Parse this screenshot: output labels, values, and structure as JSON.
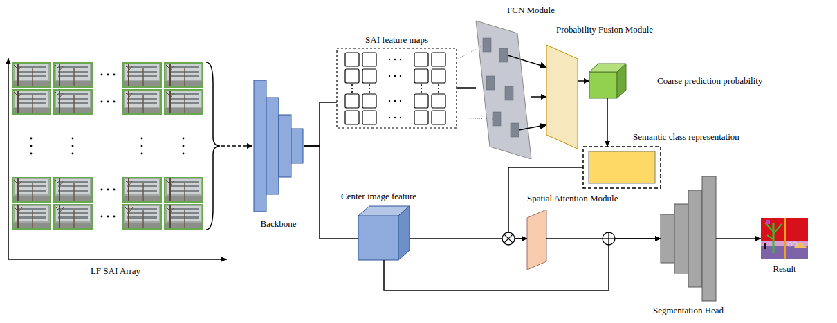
{
  "diagram": {
    "nodes": [
      {
        "text": [
          "LF SAI Array"
        ]
      },
      {
        "text": [
          "Backbone"
        ]
      },
      {
        "text": [
          "SAI feature maps"
        ]
      },
      {
        "text": [
          "FCN Module"
        ]
      },
      {
        "text": [
          "Probability Fusion Module"
        ]
      },
      {
        "text": [
          "Coarse prediction probability"
        ]
      },
      {
        "text": [
          "Semantic class representation"
        ]
      },
      {
        "text": [
          "Center image feature"
        ]
      },
      {
        "text": [
          "Spatial Attention Module"
        ]
      },
      {
        "text": [
          "Segmentation Head"
        ]
      },
      {
        "text": [
          "Result"
        ]
      }
    ],
    "edges": [
      {
        "from": 0,
        "to": 1,
        "arrow": "to"
      },
      {
        "from": 1,
        "to": 2,
        "arrow": "none"
      },
      {
        "from": 1,
        "to": 7,
        "arrow": "none"
      },
      {
        "from": 2,
        "to": 3,
        "arrow": "none"
      },
      {
        "from": 3,
        "to": 4,
        "arrow": "to"
      },
      {
        "from": 4,
        "to": 5,
        "arrow": "to"
      },
      {
        "from": 5,
        "to": 6,
        "arrow": "to"
      },
      {
        "from": 6,
        "to": 8,
        "arrow": "to"
      },
      {
        "from": 7,
        "to": 8,
        "arrow": "to"
      },
      {
        "from": 8,
        "to": 9,
        "arrow": "to"
      },
      {
        "from": 7,
        "to": 9,
        "arrow": "to"
      },
      {
        "from": 9,
        "to": 10,
        "arrow": "to"
      }
    ]
  }
}
